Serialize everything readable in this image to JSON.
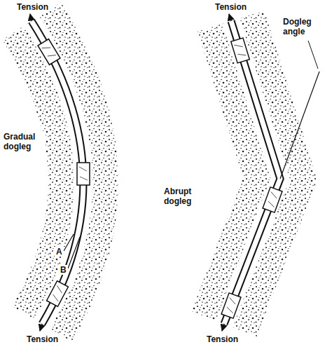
{
  "diagram": {
    "labels": [
      "Tension",
      "Tension",
      "Dogleg angle",
      "Gradual dogleg",
      "Abrupt dogleg",
      "A",
      "B",
      "Tension",
      "Tension"
    ]
  }
}
